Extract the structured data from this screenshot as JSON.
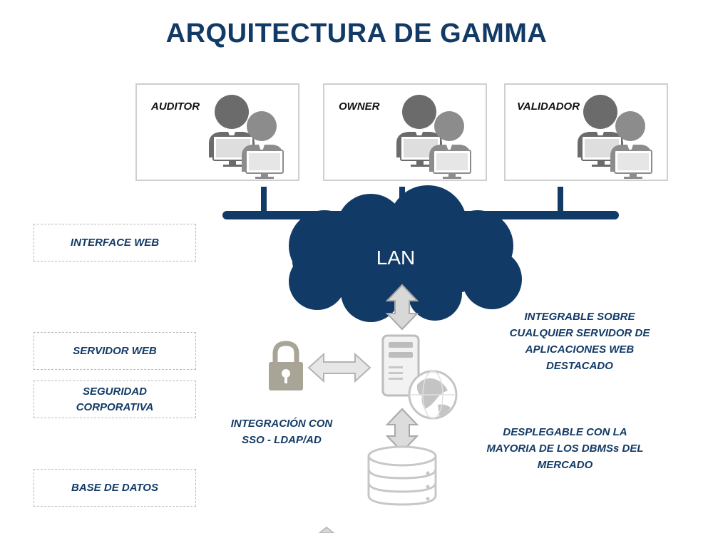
{
  "title": "ARQUITECTURA DE GAMMA",
  "roles": [
    {
      "label": "AUDITOR"
    },
    {
      "label": "OWNER"
    },
    {
      "label": "VALIDADOR"
    }
  ],
  "network": {
    "label": "LAN"
  },
  "layers": [
    {
      "label": "INTERFACE WEB"
    },
    {
      "label": "SERVIDOR WEB"
    },
    {
      "label": "SEGURIDAD\nCORPORATIVA"
    },
    {
      "label": "BASE DE DATOS"
    }
  ],
  "notes": {
    "app_servers": "INTEGRABLE SOBRE\nCUALQUIER SERVIDOR DE\nAPLICACIONES WEB\nDESTACADO",
    "sso": "INTEGRACIÓN CON\nSSO  -  LDAP/AD",
    "dbms": "DESPLEGABLE CON LA\nMAYORIA DE LOS DBMSs DEL\nMERCADO"
  },
  "icons": [
    "users-icon",
    "cloud-icon",
    "server-icon",
    "globe-icon",
    "lock-icon",
    "database-icon",
    "double-arrow-icon"
  ],
  "colors": {
    "primary": "#123a66",
    "icon_gray": "#b5b5b5",
    "dark_gray": "#6b6b6b"
  }
}
